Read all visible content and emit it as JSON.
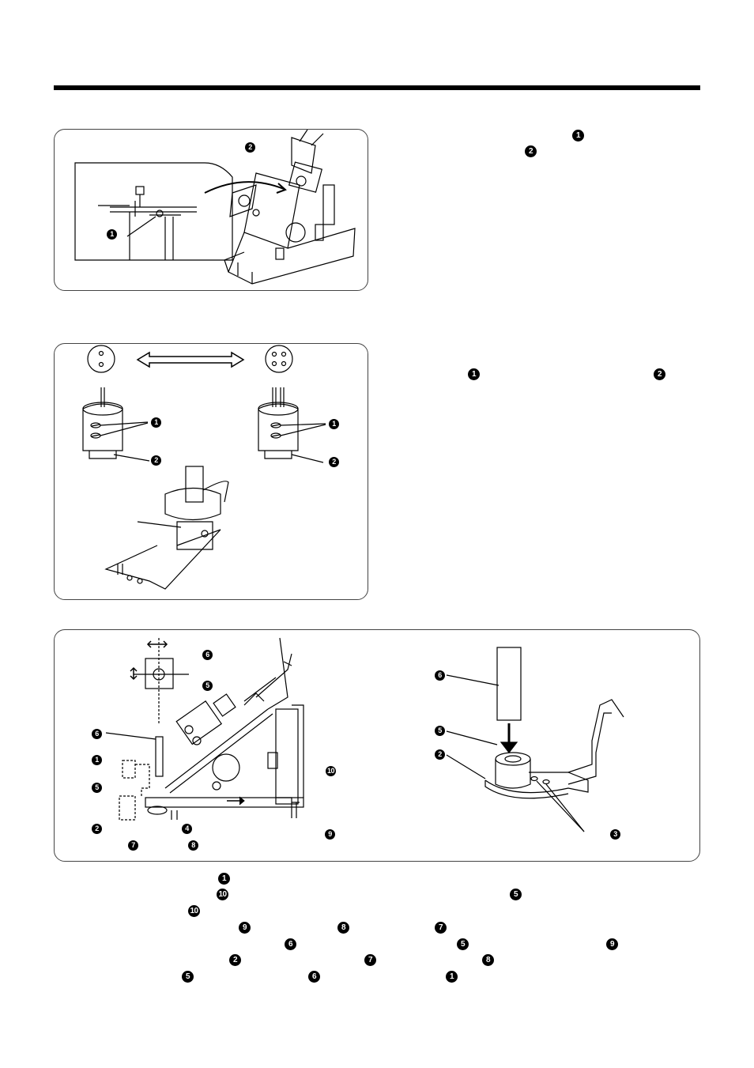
{
  "markers": {
    "m1": "1",
    "m2": "2",
    "m3": "3",
    "m4": "4",
    "m5": "5",
    "m6": "6",
    "m7": "7",
    "m8": "8",
    "m9": "9",
    "m10": "10"
  },
  "colors": {
    "ink": "#000000",
    "panel_border": "#444444",
    "background": "#ffffff"
  }
}
